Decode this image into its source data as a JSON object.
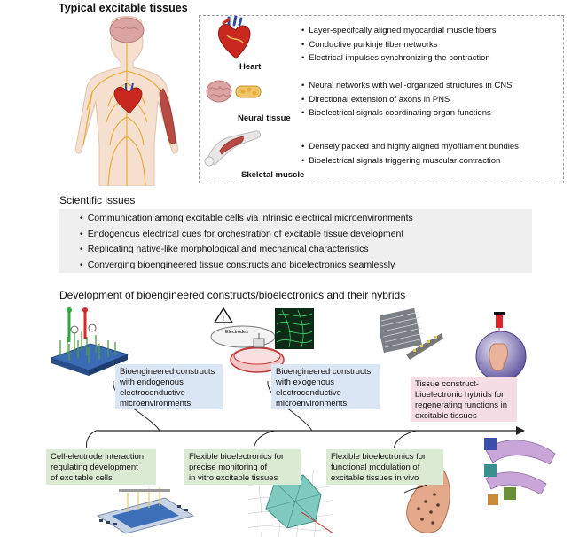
{
  "section1": {
    "title": "Typical excitable tissues",
    "heart": {
      "label": "Heart",
      "bullets": [
        "Layer-specifcally aligned myocardial muscle fibers",
        "Conductive purkinje fiber networks",
        "Electrical impulses synchronizing the contraction"
      ]
    },
    "neural": {
      "label": "Neural tissue",
      "bullets": [
        "Neural networks with well-organized structures in CNS",
        "Directional extension of axons in PNS",
        "Bioelectrical signals coordinating organ functions"
      ]
    },
    "skeletal": {
      "label": "Skeletal muscle",
      "bullets": [
        "Densely packed and highly aligned myofilament bundles",
        "Bioelectrical signals triggering muscular contraction"
      ]
    }
  },
  "section2": {
    "title": "Scientific issues",
    "items": [
      "Communication among excitable cells via intrinsic electrical microenvironments",
      "Endogenous electrical cues for orchestration of excitable tissue development",
      "Replicating native-like morphological and mechanical characteristics",
      "Converging bioengineered tissue constructs and bioelectronics seamlessly"
    ]
  },
  "section3": {
    "title": "Development of bioengineered constructs/bioelectronics and their hybrids",
    "device_label": "Electrodes",
    "boxes_top": [
      {
        "lines": [
          "Bioengineered constructs",
          "with endogenous",
          "electroconductive",
          "microenvironments"
        ]
      },
      {
        "lines": [
          "Bioengineered constructs",
          "with exogenous",
          "electroconductive",
          "microenvironments"
        ]
      },
      {
        "lines": [
          "Tissue construct-",
          "bioelectronic hybrids for",
          "regenerating functions in",
          "excitable tissues"
        ]
      }
    ],
    "boxes_bottom": [
      {
        "lines": [
          "Cell-electrode interaction",
          "regulating development",
          "of excitable cells"
        ]
      },
      {
        "lines": [
          "Flexible bioelectronics for",
          "precise monitoring of",
          "in vitro excitable tissues"
        ]
      },
      {
        "lines": [
          "Flexible bioelectronics for",
          "functional modulation of",
          "excitable tissues in vivo"
        ]
      }
    ]
  },
  "colors": {
    "blue_box": "#dbe6f4",
    "pink_box": "#f4dde4",
    "green_box": "#dbead3",
    "issues_bg": "#efefef",
    "nerve": "#e8a833",
    "heart_red": "#c8281e",
    "muscle": "#b84a44"
  }
}
